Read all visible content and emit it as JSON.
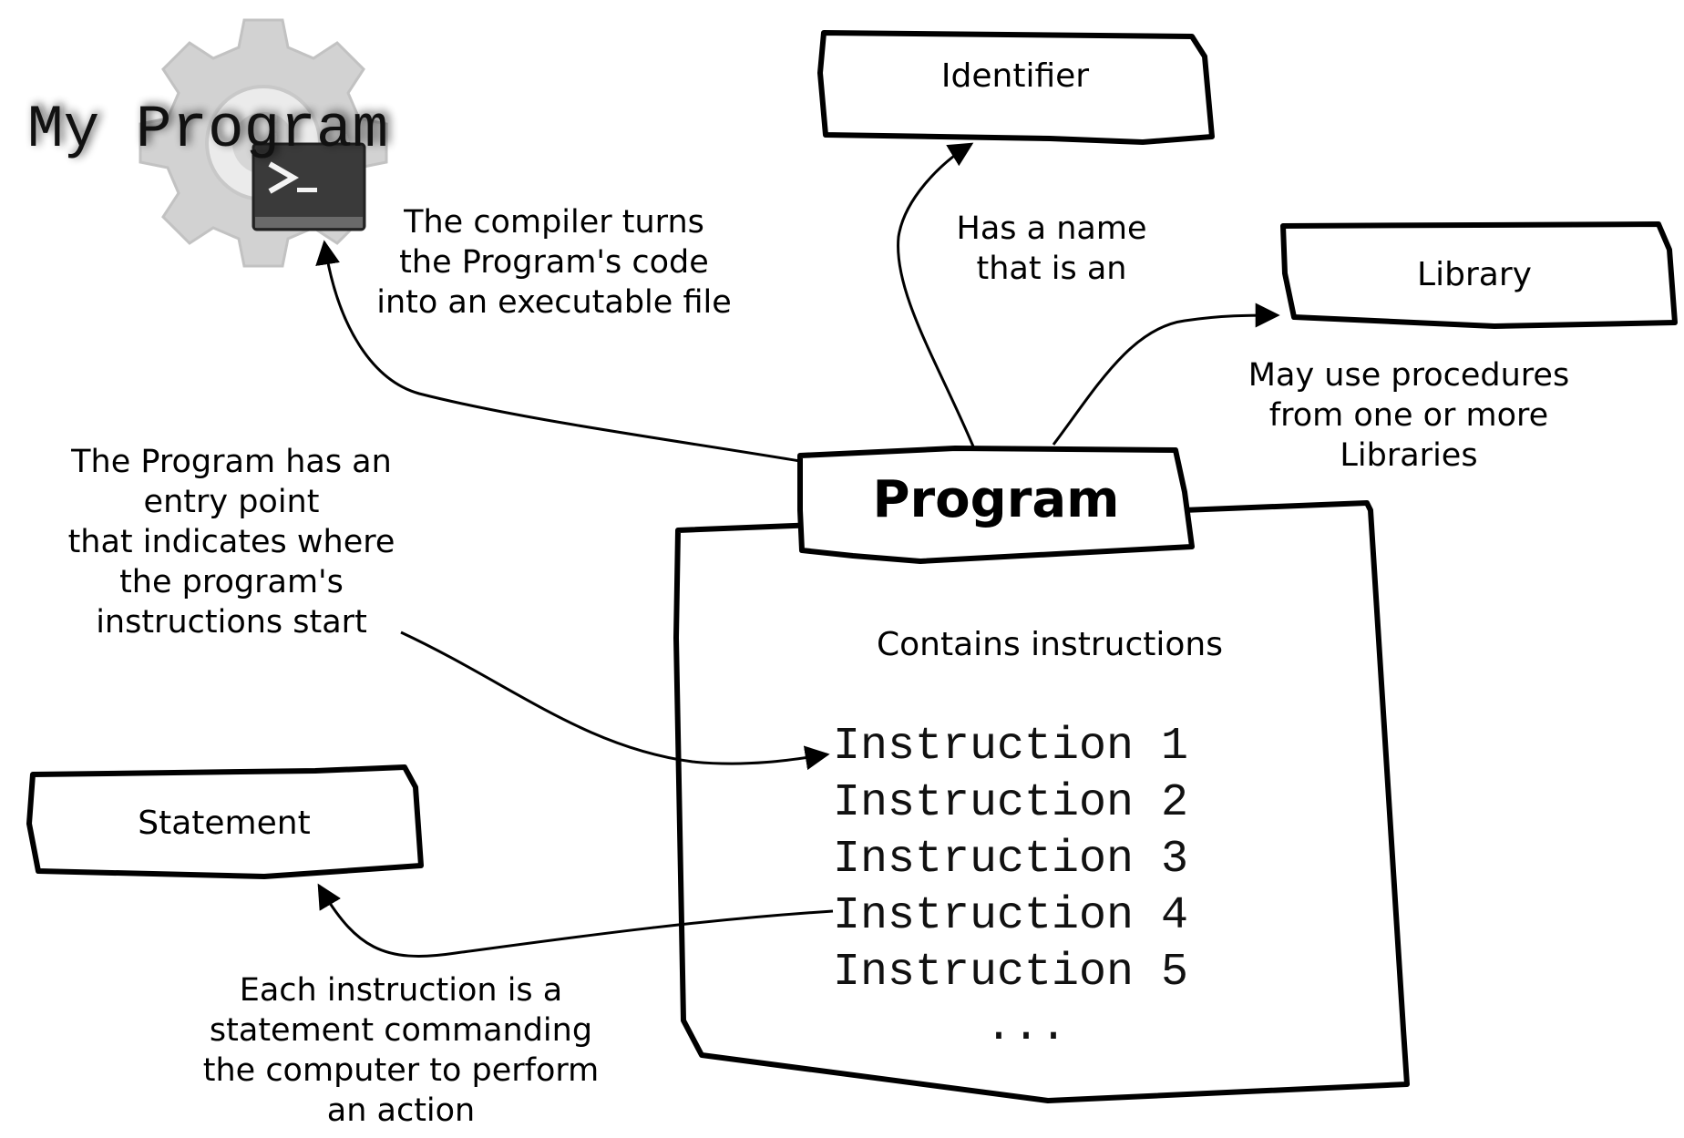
{
  "title": "My Program",
  "program_box": {
    "label": "Program",
    "contains_label": "Contains instructions"
  },
  "instructions": [
    "Instruction 1",
    "Instruction 2",
    "Instruction 3",
    "Instruction 4",
    "Instruction 5",
    "..."
  ],
  "boxes": {
    "identifier": "Identifier",
    "library": "Library",
    "statement": "Statement"
  },
  "annotations": {
    "compiler": [
      "The compiler turns",
      "the Program's code",
      "into an executable file"
    ],
    "name": [
      "Has a name",
      "that is an"
    ],
    "library": [
      "May use procedures",
      "from one or more",
      "Libraries"
    ],
    "entry_point": [
      "The Program has an",
      "entry point",
      "that indicates where",
      "the program's",
      "instructions start"
    ],
    "statement": [
      "Each instruction is a",
      "statement commanding",
      "the computer to perform",
      "an action"
    ]
  },
  "icons": {
    "program_icon": "gear-terminal-icon"
  }
}
